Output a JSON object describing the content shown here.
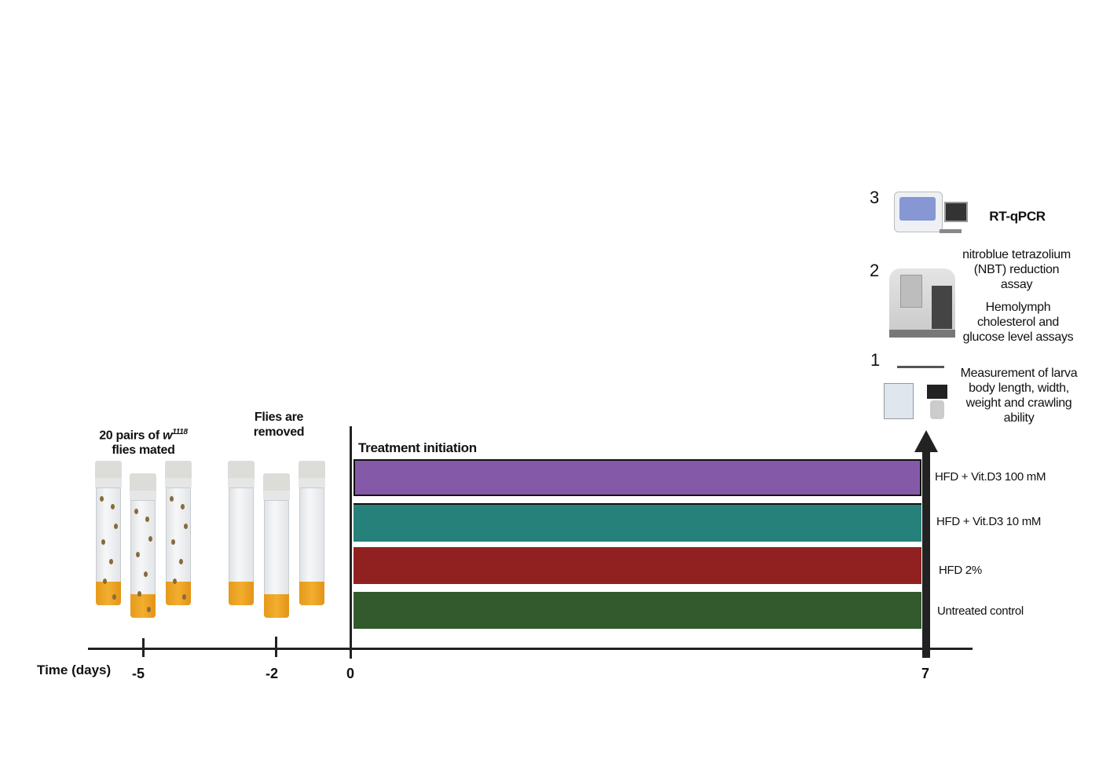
{
  "timeline": {
    "axis_label": "Time (days)",
    "ticks": [
      "-5",
      "-2",
      "0",
      "7"
    ]
  },
  "stages": {
    "mating_label_prefix": "20 pairs of ",
    "mating_strain": "w",
    "mating_strain_sup": "1118",
    "mating_label_suffix": "flies mated",
    "removal_label": "Flies are removed",
    "treatment_label": "Treatment initiation"
  },
  "groups": [
    {
      "label": "HFD + Vit.D3 100 mM",
      "color": "#845aa8"
    },
    {
      "label": "HFD + Vit.D3  10 mM",
      "color": "#25817a"
    },
    {
      "label": "HFD 2%",
      "color": "#912121"
    },
    {
      "label": "Untreated control",
      "color": "#325a2d"
    }
  ],
  "assays": [
    {
      "number": "3",
      "labels": [
        "RT-qPCR"
      ]
    },
    {
      "number": "2",
      "labels": [
        "nitroblue tetrazolium (NBT) reduction  assay",
        "Hemolymph cholesterol and glucose level assays"
      ]
    },
    {
      "number": "1",
      "labels": [
        "Measurement of larva body length, width, weight and crawling ability"
      ]
    }
  ]
}
